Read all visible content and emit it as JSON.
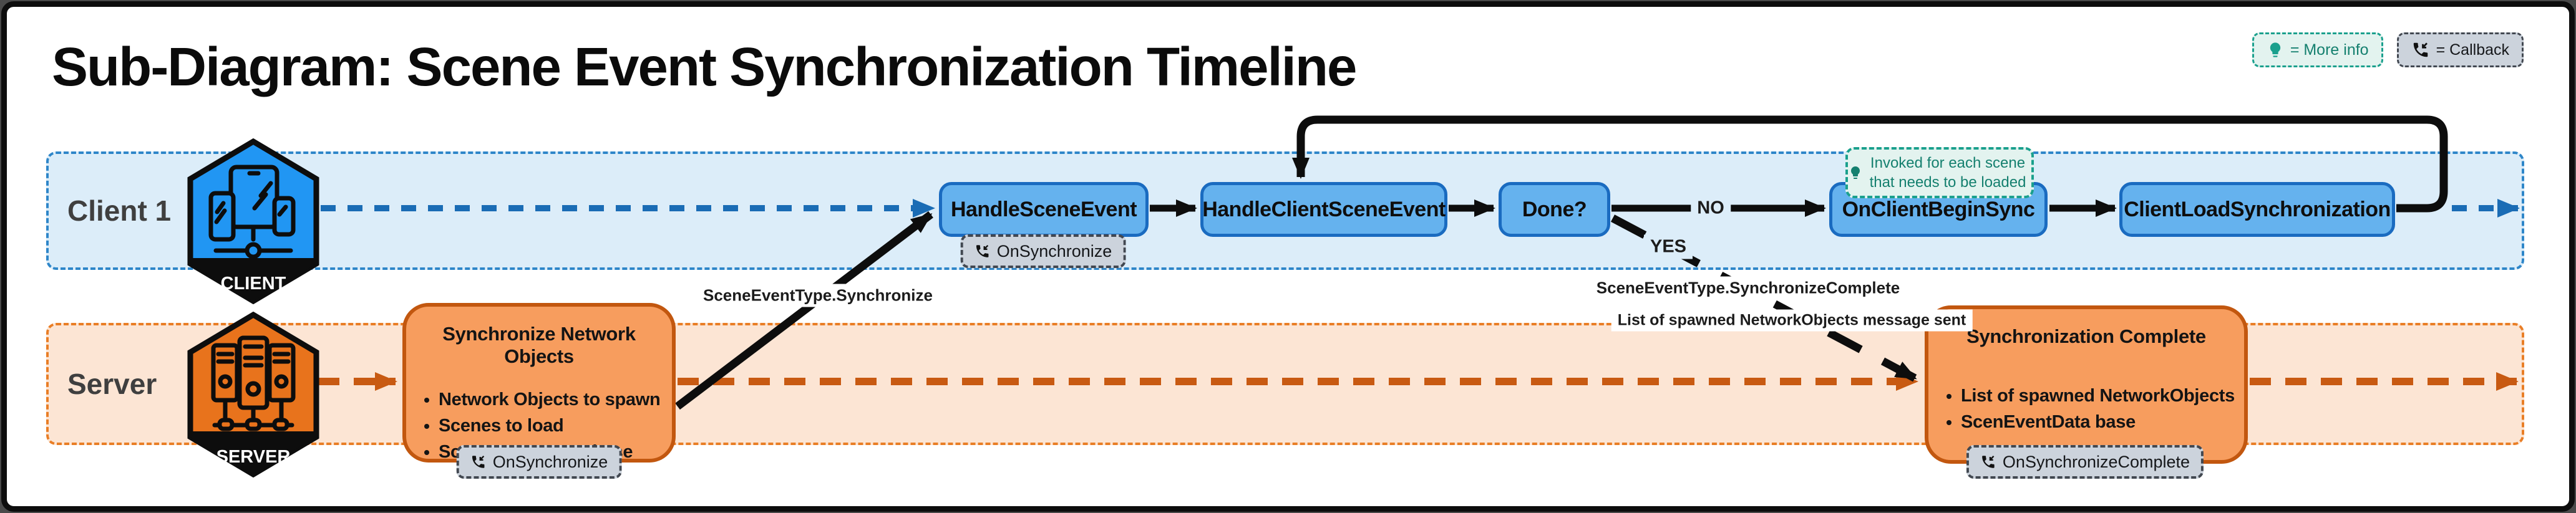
{
  "title": "Sub-Diagram: Scene Event Synchronization Timeline",
  "legend": {
    "more_info": "= More info",
    "callback": "= Callback"
  },
  "lanes": {
    "client": {
      "label": "Client 1",
      "badge": "CLIENT"
    },
    "server": {
      "label": "Server",
      "badge": "SERVER"
    }
  },
  "client_flow": {
    "handle_scene_event": "HandleSceneEvent",
    "handle_client_scene_event": "HandleClientSceneEvent",
    "done": "Done?",
    "on_client_begin_sync": "OnClientBeginSync",
    "client_load_synchronization": "ClientLoadSynchronization"
  },
  "callbacks": {
    "on_synchronize": "OnSynchronize",
    "on_synchronize_complete": "OnSynchronizeComplete"
  },
  "notes": {
    "invoked_each_scene": "Invoked for each scene that needs to be loaded"
  },
  "server_boxes": {
    "synchronize": {
      "title": "Synchronize Network Objects",
      "bullets": [
        "Network Objects to spawn",
        "Scenes to load",
        "Scene Event Data base"
      ]
    },
    "complete": {
      "title": "Synchronization Complete",
      "bullets": [
        "List of spawned NetworkObjects",
        "ScenEventData base"
      ]
    }
  },
  "edge_labels": {
    "scene_event_type_synchronize": "SceneEventType.Synchronize",
    "no": "NO",
    "yes": "YES",
    "scene_event_type_synchronize_complete": "SceneEventType.SynchronizeComplete",
    "list_spawned": "List of spawned NetworkObjects message sent"
  },
  "colors": {
    "client_accent": "#1a6bc0",
    "client_fill": "#65b2ee",
    "client_lane": "#dcedf9",
    "client_lane_border": "#2e86c9",
    "server_accent": "#c2570f",
    "server_fill": "#f79d5e",
    "server_lane": "#fce5d4",
    "server_lane_border": "#e97e26",
    "timeline_blue": "#1a6cb5",
    "timeline_orange": "#c85a12",
    "note_teal": "#1aa08d",
    "callback_bg": "#ccd3dc",
    "hex_blue": "#2196f3",
    "hex_orange": "#e8731c"
  }
}
